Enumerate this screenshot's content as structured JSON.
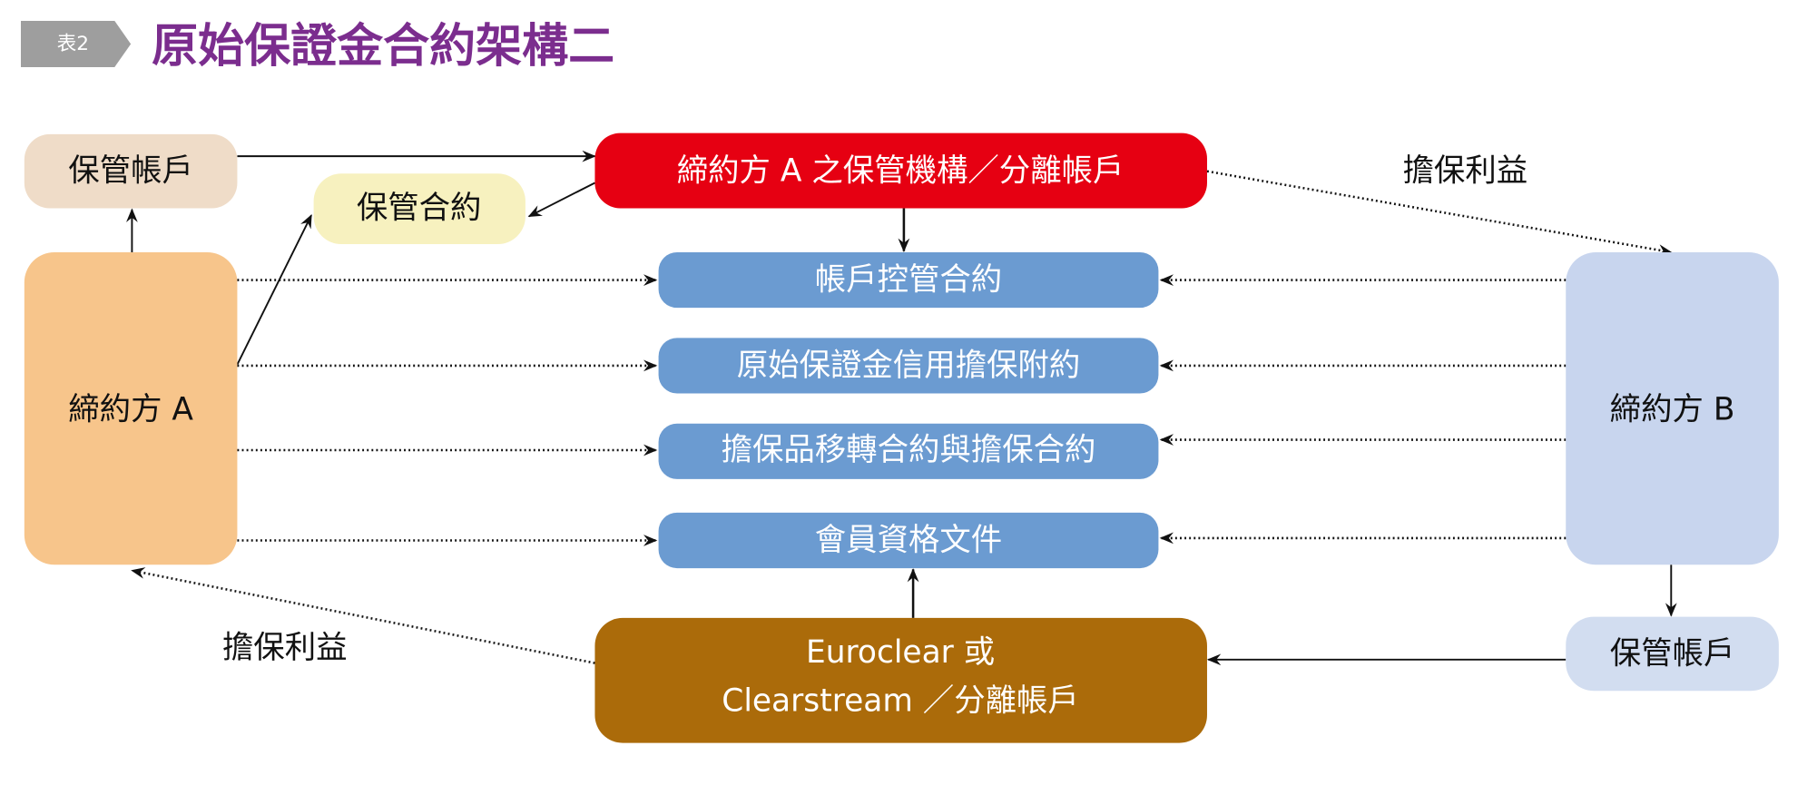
{
  "header": {
    "tag": "表2",
    "title": "原始保證金合約架構二",
    "title_color": "#7b2d8e"
  },
  "nodes": {
    "custody_account_a": "保管帳戶",
    "custody_contract": "保管合約",
    "party_a_custodian": "締約方 A 之保管機構／分離帳戶",
    "account_control": "帳戶控管合約",
    "credit_support_annex": "原始保證金信用擔保附約",
    "collateral_transfer": "擔保品移轉合約與擔保合約",
    "membership_docs": "會員資格文件",
    "party_a": "締約方 A",
    "party_b": "締約方 B",
    "custody_account_b": "保管帳戶",
    "euroclear_line1": "Euroclear 或",
    "euroclear_line2": "Clearstream ／分離帳戶"
  },
  "labels": {
    "security_interest_top": "擔保利益",
    "security_interest_bottom": "擔保利益"
  },
  "colors": {
    "red": "#e60012",
    "blue": "#6b9bd1",
    "orange": "#f7c58b",
    "beige": "#efdcc8",
    "yellow": "#f7f1bf",
    "lightblue": "#c8d5ee",
    "brown": "#ab6b0a"
  }
}
